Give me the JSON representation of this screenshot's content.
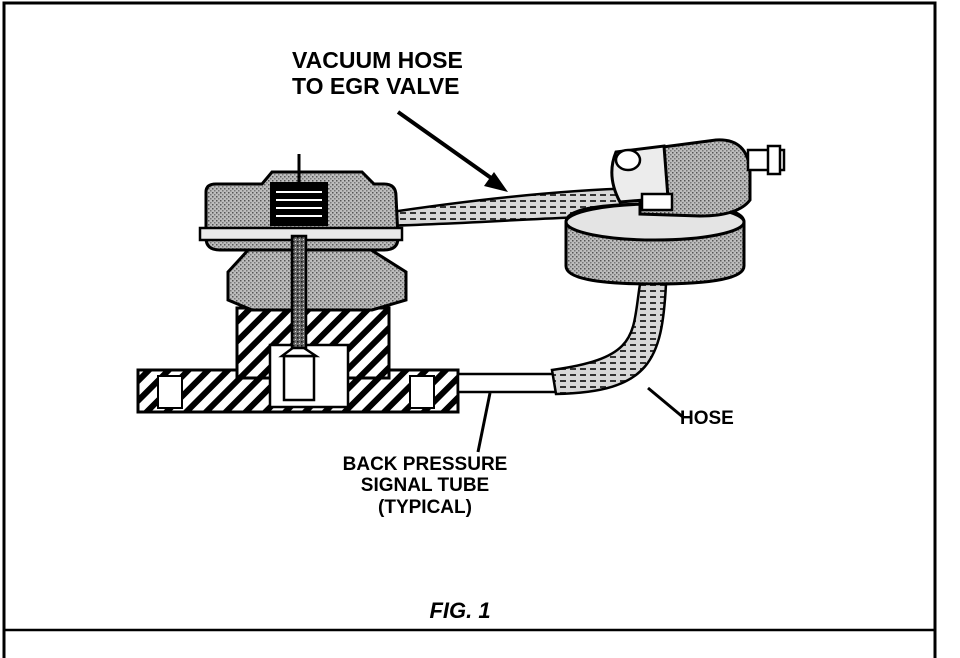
{
  "labels": {
    "vacuum_hose_line1": "VACUUM HOSE",
    "vacuum_hose_line2": "TO EGR VALVE",
    "hose": "HOSE",
    "back_pressure_line1": "BACK PRESSURE",
    "back_pressure_line2": "SIGNAL TUBE",
    "back_pressure_line3": "(TYPICAL)",
    "figure_caption": "FIG. 1"
  },
  "colors": {
    "ink": "#000000",
    "paper": "#ffffff",
    "shade": "#9a9a9a",
    "light_shade": "#cfcfcf"
  }
}
